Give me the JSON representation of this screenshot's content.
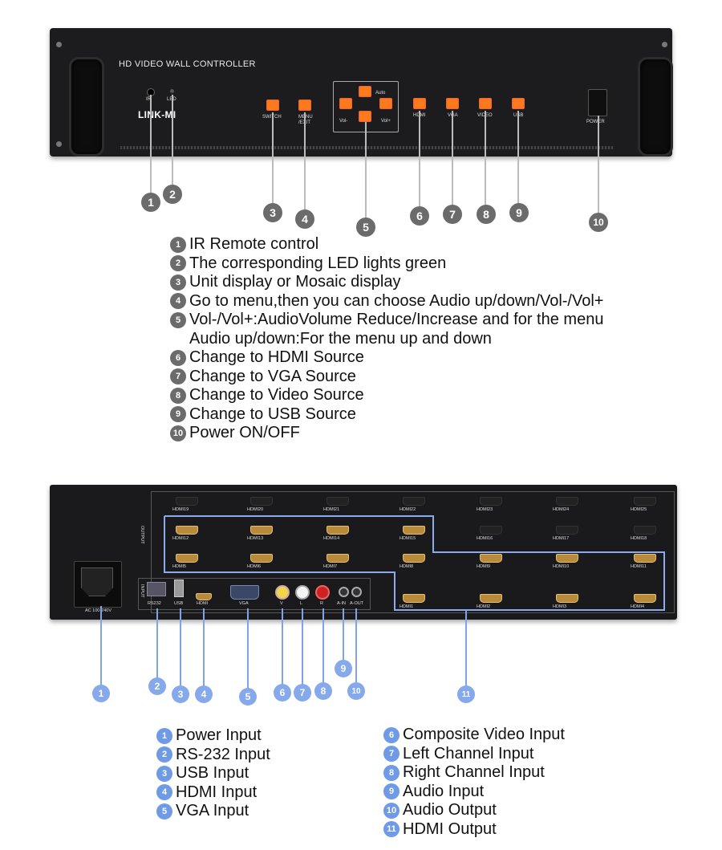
{
  "front": {
    "title": "HD VIDEO WALL CONTROLLER",
    "brand": "LINK-MI",
    "labels": {
      "ir": "IR",
      "led": "LED",
      "switch": "SWITCH",
      "menu": "MENU",
      "exit": "/EXIT",
      "auto": "Auto",
      "vol_minus": "Vol-",
      "vol_plus": "Vol+",
      "hdmi": "HDMI",
      "vga": "VGA",
      "video": "VIDEO",
      "usb": "USB",
      "power": "POWER"
    },
    "callouts": [
      "1",
      "2",
      "3",
      "4",
      "5",
      "6",
      "7",
      "8",
      "9",
      "10"
    ],
    "legend": [
      {
        "num": "1",
        "text": "IR Remote control"
      },
      {
        "num": "2",
        "text": "The corresponding LED lights green"
      },
      {
        "num": "3",
        "text": "Unit display or Mosaic display"
      },
      {
        "num": "4",
        "text": "Go to menu,then you can choose Audio up/down/Vol-/Vol+"
      },
      {
        "num": "5",
        "text": "Vol-/Vol+:AudioVolume Reduce/Increase and for the menu"
      },
      {
        "num": "",
        "text": "Audio up/down:For the menu up and down"
      },
      {
        "num": "6",
        "text": "Change to HDMI Source"
      },
      {
        "num": "7",
        "text": "Change to VGA Source"
      },
      {
        "num": "8",
        "text": "Change to Video Source"
      },
      {
        "num": "9",
        "text": "Change to USB Source"
      },
      {
        "num": "10",
        "text": "Power ON/OFF"
      }
    ]
  },
  "rear": {
    "labels": {
      "output": "OUTPUT",
      "input": "INPUT",
      "rs232": "RS232",
      "usb": "USB",
      "hdmi": "HDMI",
      "vga": "VGA",
      "v": "V",
      "l": "L",
      "r": "R",
      "ain": "A-IN",
      "aout": "A-OUT",
      "ac": "AC 100-240V"
    },
    "hdmi_outputs": [
      "HDMI19",
      "HDMI20",
      "HDMI21",
      "HDMI22",
      "HDMI23",
      "HDMI24",
      "HDMI25",
      "HDMI12",
      "HDMI13",
      "HDMI14",
      "HDMI15",
      "HDMI16",
      "HDMI17",
      "HDMI18",
      "HDMI5",
      "HDMI6",
      "HDMI7",
      "HDMI8",
      "HDMI9",
      "HDMI10",
      "HDMI11",
      "HDMI1",
      "HDMI2",
      "HDMI3",
      "HDMI4"
    ],
    "callouts": [
      "1",
      "2",
      "3",
      "4",
      "5",
      "6",
      "7",
      "8",
      "9",
      "10",
      "11"
    ],
    "legend_left": [
      {
        "num": "1",
        "text": "Power Input"
      },
      {
        "num": "2",
        "text": "RS-232 Input"
      },
      {
        "num": "3",
        "text": "USB Input"
      },
      {
        "num": "4",
        "text": "HDMI Input"
      },
      {
        "num": "5",
        "text": "VGA Input"
      }
    ],
    "legend_right": [
      {
        "num": "6",
        "text": "Composite Video Input"
      },
      {
        "num": "7",
        "text": "Left Channel Input"
      },
      {
        "num": "8",
        "text": "Right Channel Input"
      },
      {
        "num": "9",
        "text": "Audio Input"
      },
      {
        "num": "10",
        "text": "Audio Output"
      },
      {
        "num": "11",
        "text": "HDMI Output"
      }
    ]
  },
  "colors": {
    "orange": "#ff7a1e",
    "callout_gray": "#6b6b6b",
    "callout_blue": "#86a9ec"
  }
}
